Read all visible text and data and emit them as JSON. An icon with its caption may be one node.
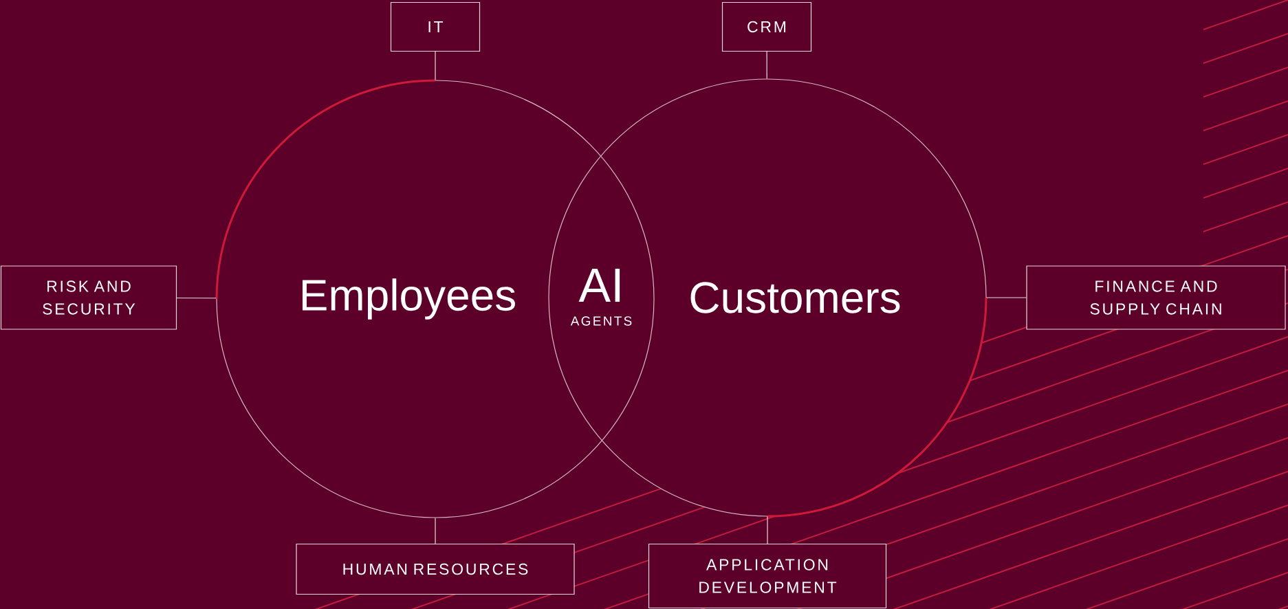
{
  "diagram": {
    "nodes": [
      {
        "text": [
          "IT"
        ]
      },
      {
        "text": [
          "CRM"
        ]
      },
      {
        "text": [
          "RISK AND SECURITY"
        ]
      },
      {
        "text": [
          "Employees"
        ]
      },
      {
        "text": [
          "Customers"
        ]
      },
      {
        "text": [
          "FINANCE AND SUPPLY CHAIN"
        ]
      },
      {
        "text": [
          "HUMAN RESOURCES"
        ]
      },
      {
        "text": [
          "APPLICATION DEVELOPMENT"
        ]
      }
    ],
    "edges": [
      {
        "from": 0,
        "to": 3,
        "arrow": "none"
      },
      {
        "from": 1,
        "to": 4,
        "arrow": "none"
      },
      {
        "from": 2,
        "to": 3,
        "arrow": "none"
      },
      {
        "from": 5,
        "to": 4,
        "arrow": "none"
      },
      {
        "from": 6,
        "to": 3,
        "arrow": "none"
      },
      {
        "from": 7,
        "to": 4,
        "arrow": "none"
      }
    ],
    "labels": [
      "AI",
      "AGENTS"
    ]
  }
}
